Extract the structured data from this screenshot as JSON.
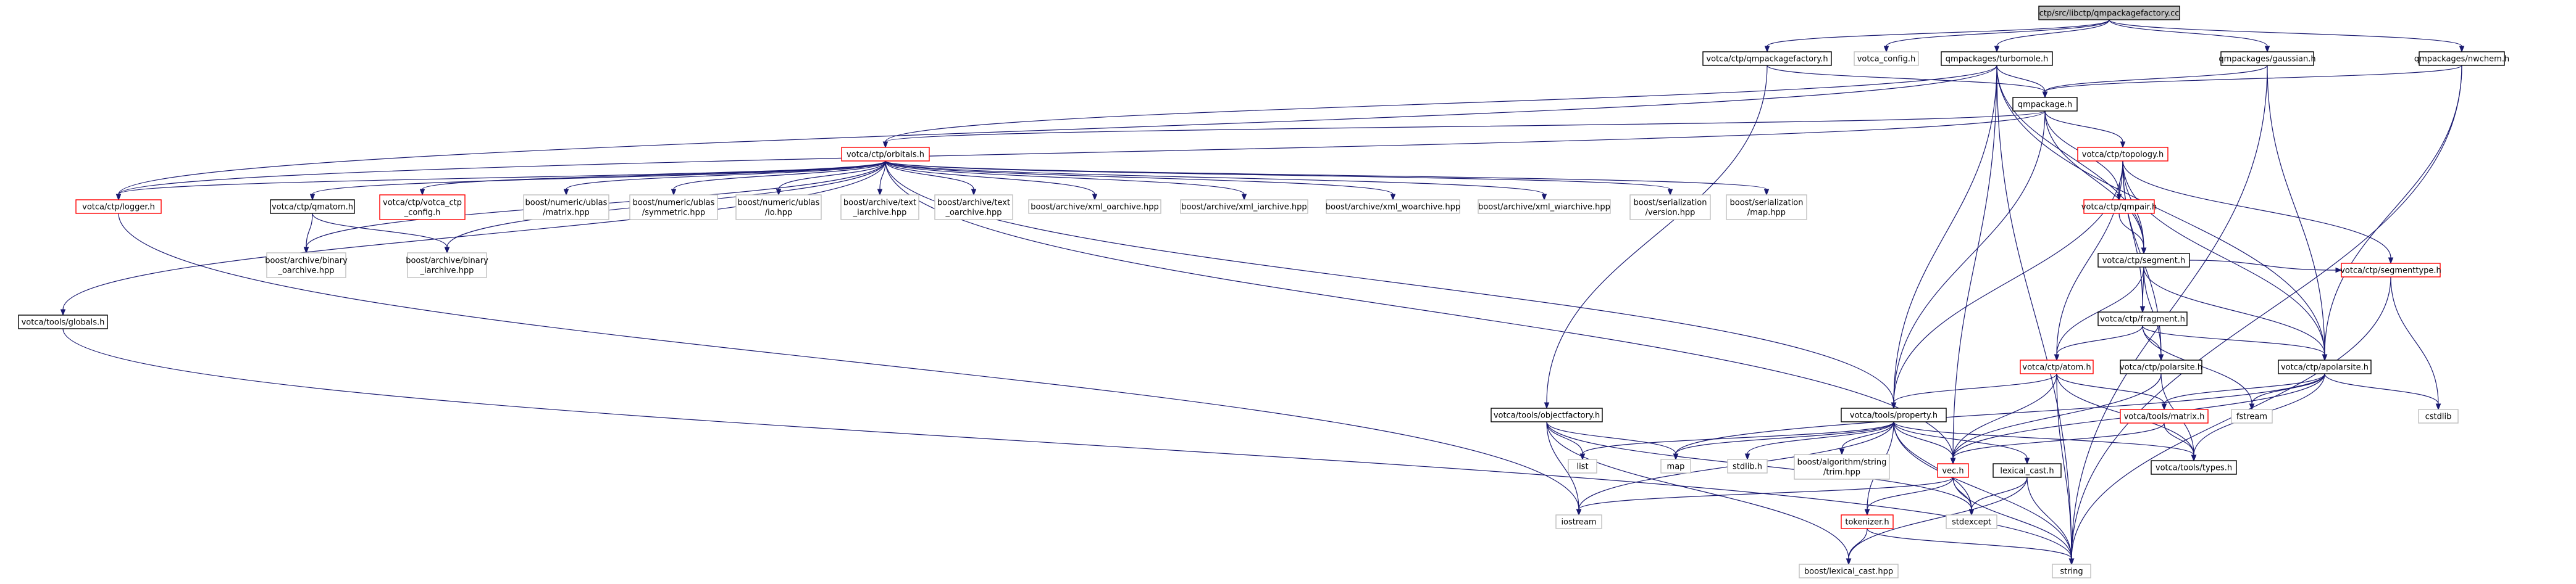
{
  "graph_title": "ctp/src/libctp/qmpackagefactory.cc",
  "colors": {
    "root_fill": "#bfbfbf",
    "doc_border": "#000000",
    "incomplete_border": "#ff0000",
    "external_border": "#bfbfbf",
    "edge": "#191970"
  },
  "nodes": [
    {
      "id": "root",
      "lines": [
        "ctp/src/libctp/qmpackagefactory.cc"
      ],
      "kind": "root"
    },
    {
      "id": "n_qmpf_h",
      "lines": [
        "votca/ctp/qmpackagefactory.h"
      ],
      "kind": "doc"
    },
    {
      "id": "n_votca_config",
      "lines": [
        "votca_config.h"
      ],
      "kind": "ext"
    },
    {
      "id": "n_turbomole",
      "lines": [
        "qmpackages/turbomole.h"
      ],
      "kind": "doc"
    },
    {
      "id": "n_gaussian",
      "lines": [
        "qmpackages/gaussian.h"
      ],
      "kind": "doc"
    },
    {
      "id": "n_nwchem",
      "lines": [
        "qmpackages/nwchem.h"
      ],
      "kind": "doc"
    },
    {
      "id": "n_qmpackage",
      "lines": [
        "qmpackage.h"
      ],
      "kind": "doc"
    },
    {
      "id": "n_orbitals",
      "lines": [
        "votca/ctp/orbitals.h"
      ],
      "kind": "red"
    },
    {
      "id": "n_topology",
      "lines": [
        "votca/ctp/topology.h"
      ],
      "kind": "red"
    },
    {
      "id": "n_logger",
      "lines": [
        "votca/ctp/logger.h"
      ],
      "kind": "red"
    },
    {
      "id": "n_qmatom",
      "lines": [
        "votca/ctp/qmatom.h"
      ],
      "kind": "doc"
    },
    {
      "id": "n_ctp_config",
      "lines": [
        "votca/ctp/votca_ctp",
        "_config.h"
      ],
      "kind": "red"
    },
    {
      "id": "n_ublas_matrix",
      "lines": [
        "boost/numeric/ublas",
        "/matrix.hpp"
      ],
      "kind": "ext"
    },
    {
      "id": "n_ublas_sym",
      "lines": [
        "boost/numeric/ublas",
        "/symmetric.hpp"
      ],
      "kind": "ext"
    },
    {
      "id": "n_ublas_io",
      "lines": [
        "boost/numeric/ublas",
        "/io.hpp"
      ],
      "kind": "ext"
    },
    {
      "id": "n_text_iarchive",
      "lines": [
        "boost/archive/text",
        "_iarchive.hpp"
      ],
      "kind": "ext"
    },
    {
      "id": "n_text_oarchive",
      "lines": [
        "boost/archive/text",
        "_oarchive.hpp"
      ],
      "kind": "ext"
    },
    {
      "id": "n_xml_oarchive",
      "lines": [
        "boost/archive/xml_oarchive.hpp"
      ],
      "kind": "ext"
    },
    {
      "id": "n_xml_iarchive",
      "lines": [
        "boost/archive/xml_iarchive.hpp"
      ],
      "kind": "ext"
    },
    {
      "id": "n_xml_woarchive",
      "lines": [
        "boost/archive/xml_woarchive.hpp"
      ],
      "kind": "ext"
    },
    {
      "id": "n_xml_wiarchive",
      "lines": [
        "boost/archive/xml_wiarchive.hpp"
      ],
      "kind": "ext"
    },
    {
      "id": "n_ser_version",
      "lines": [
        "boost/serialization",
        "/version.hpp"
      ],
      "kind": "ext"
    },
    {
      "id": "n_ser_map",
      "lines": [
        "boost/serialization",
        "/map.hpp"
      ],
      "kind": "ext"
    },
    {
      "id": "n_qmpair",
      "lines": [
        "votca/ctp/qmpair.h"
      ],
      "kind": "red"
    },
    {
      "id": "n_segment",
      "lines": [
        "votca/ctp/segment.h"
      ],
      "kind": "doc"
    },
    {
      "id": "n_segmenttype",
      "lines": [
        "votca/ctp/segmenttype.h"
      ],
      "kind": "red"
    },
    {
      "id": "n_fragment",
      "lines": [
        "votca/ctp/fragment.h"
      ],
      "kind": "doc"
    },
    {
      "id": "n_atom",
      "lines": [
        "votca/ctp/atom.h"
      ],
      "kind": "red"
    },
    {
      "id": "n_polarsite",
      "lines": [
        "votca/ctp/polarsite.h"
      ],
      "kind": "doc"
    },
    {
      "id": "n_apolarsite",
      "lines": [
        "votca/ctp/apolarsite.h"
      ],
      "kind": "doc"
    },
    {
      "id": "n_bin_oarchive",
      "lines": [
        "boost/archive/binary",
        "_oarchive.hpp"
      ],
      "kind": "ext"
    },
    {
      "id": "n_bin_iarchive",
      "lines": [
        "boost/archive/binary",
        "_iarchive.hpp"
      ],
      "kind": "ext"
    },
    {
      "id": "n_globals",
      "lines": [
        "votca/tools/globals.h"
      ],
      "kind": "doc"
    },
    {
      "id": "n_objectfactory",
      "lines": [
        "votca/tools/objectfactory.h"
      ],
      "kind": "doc"
    },
    {
      "id": "n_property",
      "lines": [
        "votca/tools/property.h"
      ],
      "kind": "doc"
    },
    {
      "id": "n_tools_matrix",
      "lines": [
        "votca/tools/matrix.h"
      ],
      "kind": "red"
    },
    {
      "id": "n_fstream",
      "lines": [
        "fstream"
      ],
      "kind": "ext"
    },
    {
      "id": "n_cstdlib",
      "lines": [
        "cstdlib"
      ],
      "kind": "ext"
    },
    {
      "id": "n_list",
      "lines": [
        "list"
      ],
      "kind": "ext"
    },
    {
      "id": "n_map",
      "lines": [
        "map"
      ],
      "kind": "ext"
    },
    {
      "id": "n_stdlib",
      "lines": [
        "stdlib.h"
      ],
      "kind": "ext"
    },
    {
      "id": "n_trim",
      "lines": [
        "boost/algorithm/string",
        "/trim.hpp"
      ],
      "kind": "ext"
    },
    {
      "id": "n_vec",
      "lines": [
        "vec.h"
      ],
      "kind": "red"
    },
    {
      "id": "n_lexical_cast",
      "lines": [
        "lexical_cast.h"
      ],
      "kind": "doc"
    },
    {
      "id": "n_types",
      "lines": [
        "votca/tools/types.h"
      ],
      "kind": "doc"
    },
    {
      "id": "n_iostream",
      "lines": [
        "iostream"
      ],
      "kind": "ext"
    },
    {
      "id": "n_stdexcept",
      "lines": [
        "stdexcept"
      ],
      "kind": "ext"
    },
    {
      "id": "n_tokenizer",
      "lines": [
        "tokenizer.h"
      ],
      "kind": "red"
    },
    {
      "id": "n_boost_lexical",
      "lines": [
        "boost/lexical_cast.hpp"
      ],
      "kind": "ext"
    },
    {
      "id": "n_string",
      "lines": [
        "string"
      ],
      "kind": "ext"
    }
  ],
  "edges": [
    [
      "root",
      "n_qmpf_h"
    ],
    [
      "root",
      "n_votca_config"
    ],
    [
      "root",
      "n_turbomole"
    ],
    [
      "root",
      "n_gaussian"
    ],
    [
      "root",
      "n_nwchem"
    ],
    [
      "n_qmpf_h",
      "n_qmpackage"
    ],
    [
      "n_qmpf_h",
      "n_objectfactory"
    ],
    [
      "n_turbomole",
      "n_qmpackage"
    ],
    [
      "n_turbomole",
      "n_orbitals"
    ],
    [
      "n_turbomole",
      "n_logger"
    ],
    [
      "n_turbomole",
      "n_segment"
    ],
    [
      "n_turbomole",
      "n_property"
    ],
    [
      "n_turbomole",
      "n_apolarsite"
    ],
    [
      "n_turbomole",
      "n_string"
    ],
    [
      "n_turbomole",
      "n_vec"
    ],
    [
      "n_gaussian",
      "n_qmpackage"
    ],
    [
      "n_gaussian",
      "n_apolarsite"
    ],
    [
      "n_gaussian",
      "n_string"
    ],
    [
      "n_nwchem",
      "n_qmpackage"
    ],
    [
      "n_nwchem",
      "n_apolarsite"
    ],
    [
      "n_nwchem",
      "n_string"
    ],
    [
      "n_qmpackage",
      "n_orbitals"
    ],
    [
      "n_qmpackage",
      "n_topology"
    ],
    [
      "n_qmpackage",
      "n_logger"
    ],
    [
      "n_qmpackage",
      "n_property"
    ],
    [
      "n_qmpackage",
      "n_segment"
    ],
    [
      "n_qmpackage",
      "n_qmpair"
    ],
    [
      "n_orbitals",
      "n_logger"
    ],
    [
      "n_orbitals",
      "n_qmatom"
    ],
    [
      "n_orbitals",
      "n_ctp_config"
    ],
    [
      "n_orbitals",
      "n_ublas_matrix"
    ],
    [
      "n_orbitals",
      "n_ublas_sym"
    ],
    [
      "n_orbitals",
      "n_ublas_io"
    ],
    [
      "n_orbitals",
      "n_text_iarchive"
    ],
    [
      "n_orbitals",
      "n_text_oarchive"
    ],
    [
      "n_orbitals",
      "n_xml_oarchive"
    ],
    [
      "n_orbitals",
      "n_xml_iarchive"
    ],
    [
      "n_orbitals",
      "n_xml_woarchive"
    ],
    [
      "n_orbitals",
      "n_xml_wiarchive"
    ],
    [
      "n_orbitals",
      "n_ser_version"
    ],
    [
      "n_orbitals",
      "n_ser_map"
    ],
    [
      "n_orbitals",
      "n_bin_oarchive"
    ],
    [
      "n_orbitals",
      "n_bin_iarchive"
    ],
    [
      "n_orbitals",
      "n_globals"
    ],
    [
      "n_orbitals",
      "n_property"
    ],
    [
      "n_orbitals",
      "n_vec"
    ],
    [
      "n_qmatom",
      "n_bin_oarchive"
    ],
    [
      "n_qmatom",
      "n_bin_iarchive"
    ],
    [
      "n_logger",
      "n_iostream"
    ],
    [
      "n_globals",
      "n_string"
    ],
    [
      "n_topology",
      "n_qmpair"
    ],
    [
      "n_topology",
      "n_segment"
    ],
    [
      "n_topology",
      "n_segmenttype"
    ],
    [
      "n_topology",
      "n_fragment"
    ],
    [
      "n_topology",
      "n_atom"
    ],
    [
      "n_topology",
      "n_polarsite"
    ],
    [
      "n_topology",
      "n_apolarsite"
    ],
    [
      "n_topology",
      "n_property"
    ],
    [
      "n_qmpair",
      "n_segment"
    ],
    [
      "n_segment",
      "n_segmenttype"
    ],
    [
      "n_segment",
      "n_fragment"
    ],
    [
      "n_segment",
      "n_atom"
    ],
    [
      "n_segment",
      "n_polarsite"
    ],
    [
      "n_segment",
      "n_apolarsite"
    ],
    [
      "n_segmenttype",
      "n_cstdlib"
    ],
    [
      "n_segmenttype",
      "n_string"
    ],
    [
      "n_fragment",
      "n_atom"
    ],
    [
      "n_fragment",
      "n_polarsite"
    ],
    [
      "n_fragment",
      "n_apolarsite"
    ],
    [
      "n_fragment",
      "n_fstream"
    ],
    [
      "n_atom",
      "n_property"
    ],
    [
      "n_atom",
      "n_tools_matrix"
    ],
    [
      "n_atom",
      "n_vec"
    ],
    [
      "n_atom",
      "n_types"
    ],
    [
      "n_atom",
      "n_string"
    ],
    [
      "n_polarsite",
      "n_vec"
    ],
    [
      "n_polarsite",
      "n_types"
    ],
    [
      "n_apolarsite",
      "n_tools_matrix"
    ],
    [
      "n_apolarsite",
      "n_fstream"
    ],
    [
      "n_apolarsite",
      "n_cstdlib"
    ],
    [
      "n_apolarsite",
      "n_types"
    ],
    [
      "n_apolarsite",
      "n_vec"
    ],
    [
      "n_apolarsite",
      "n_map"
    ],
    [
      "n_objectfactory",
      "n_list"
    ],
    [
      "n_objectfactory",
      "n_map"
    ],
    [
      "n_objectfactory",
      "n_iostream"
    ],
    [
      "n_objectfactory",
      "n_stdexcept"
    ],
    [
      "n_objectfactory",
      "n_boost_lexical"
    ],
    [
      "n_property",
      "n_list"
    ],
    [
      "n_property",
      "n_map"
    ],
    [
      "n_property",
      "n_stdlib"
    ],
    [
      "n_property",
      "n_trim"
    ],
    [
      "n_property",
      "n_vec"
    ],
    [
      "n_property",
      "n_lexical_cast"
    ],
    [
      "n_property",
      "n_types"
    ],
    [
      "n_property",
      "n_iostream"
    ],
    [
      "n_property",
      "n_stdexcept"
    ],
    [
      "n_property",
      "n_tokenizer"
    ],
    [
      "n_property",
      "n_string"
    ],
    [
      "n_tools_matrix",
      "n_vec"
    ],
    [
      "n_tools_matrix",
      "n_types"
    ],
    [
      "n_vec",
      "n_iostream"
    ],
    [
      "n_vec",
      "n_tokenizer"
    ],
    [
      "n_vec",
      "n_stdexcept"
    ],
    [
      "n_vec",
      "n_string"
    ],
    [
      "n_lexical_cast",
      "n_stdexcept"
    ],
    [
      "n_lexical_cast",
      "n_boost_lexical"
    ],
    [
      "n_lexical_cast",
      "n_string"
    ],
    [
      "n_tokenizer",
      "n_boost_lexical"
    ],
    [
      "n_tokenizer",
      "n_string"
    ]
  ]
}
